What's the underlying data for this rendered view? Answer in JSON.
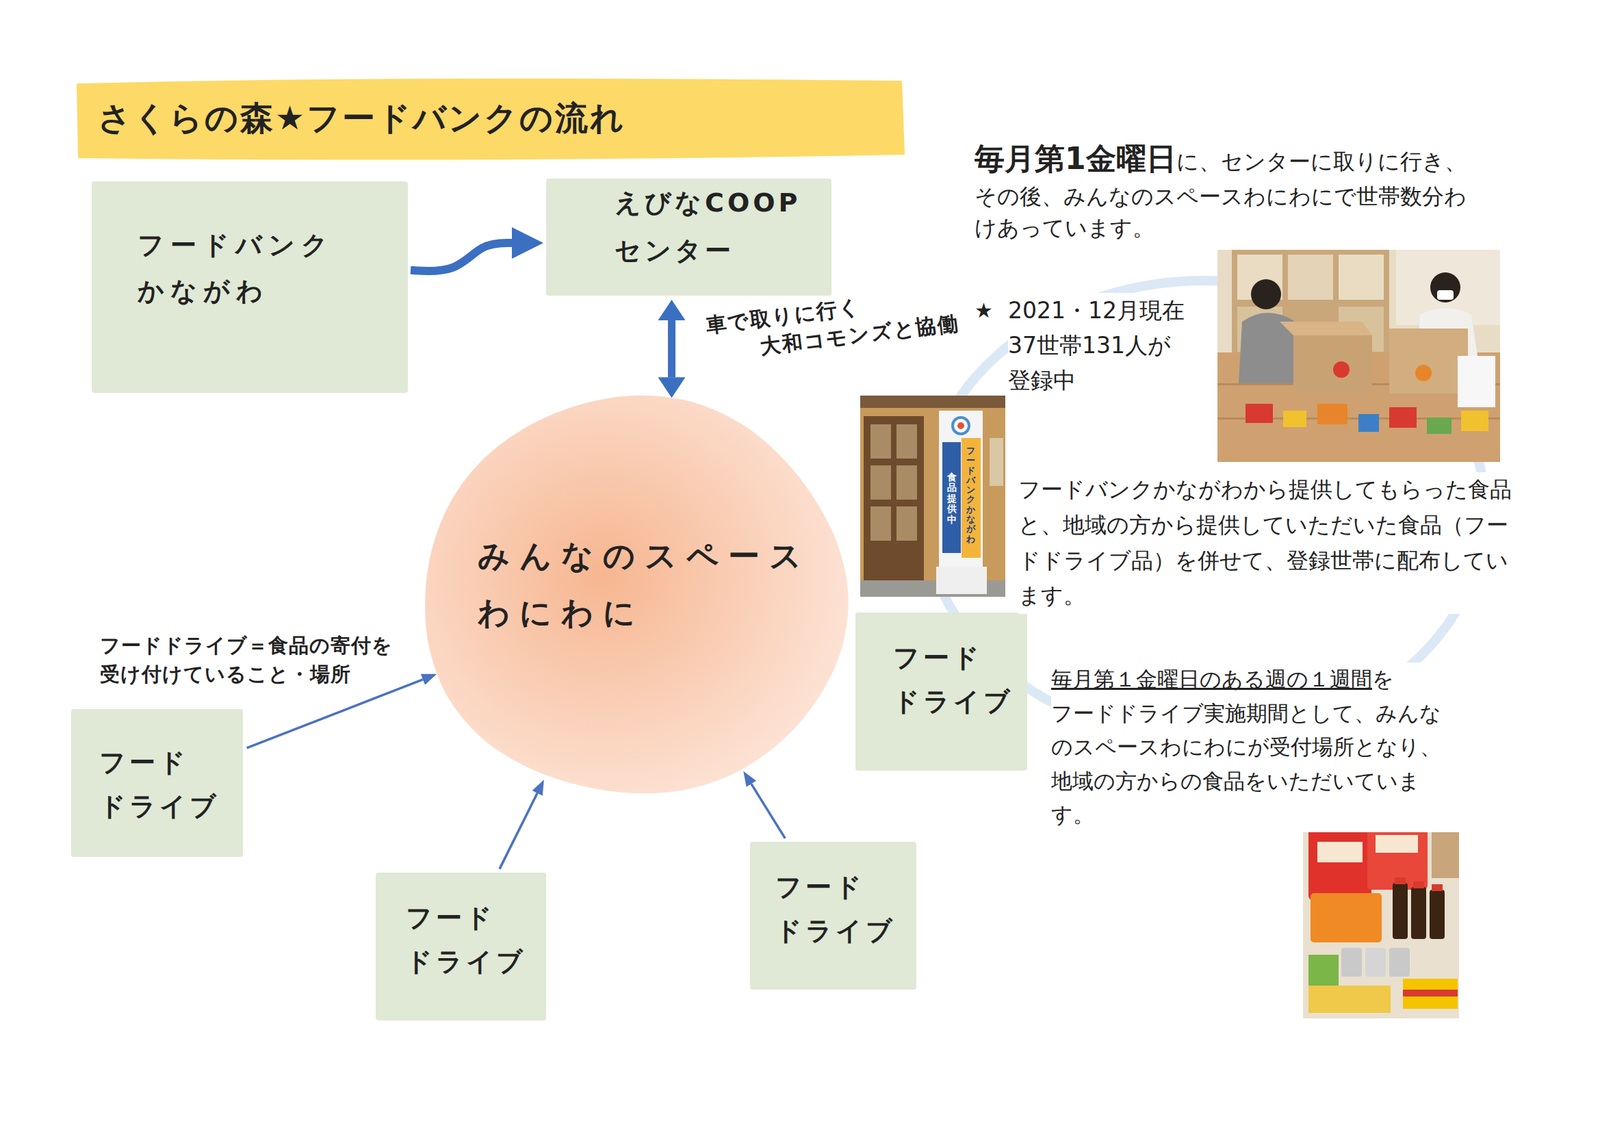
{
  "diagram": {
    "title": "さくらの森★フードバンクの流れ",
    "nodes": [
      {
        "text": [
          "フードバンク かながわ"
        ]
      },
      {
        "text": [
          "えびなCOOP センター"
        ]
      },
      {
        "text": [
          "みんなのスペース わにわに"
        ]
      },
      {
        "text": [
          "フード ドライブ"
        ]
      },
      {
        "text": [
          "フード ドライブ"
        ]
      },
      {
        "text": [
          "フード ドライブ"
        ]
      },
      {
        "text": [
          "フード ドライブ"
        ]
      }
    ],
    "edges": [
      {
        "from": 0,
        "to": 1,
        "arrow": "to"
      },
      {
        "from": 1,
        "to": 2,
        "arrow": "both",
        "label": "車で取りに行く 大和コモンズと協働"
      },
      {
        "from": 4,
        "to": 2,
        "arrow": "to"
      },
      {
        "from": 6,
        "to": 2,
        "arrow": "to"
      },
      {
        "from": 5,
        "to": 2,
        "arrow": "to"
      }
    ],
    "labels": [
      "フードドライブ＝食品の寄付を 受け付けていること・場所",
      "毎月第1金曜日",
      "に、センターに取りに行き、",
      "その後、みんなのスペースわにわにで世帯数分わ けあっています。",
      "★",
      "2021・12月現在 37世帯131人が 登録中",
      "フードバンクかながわから提供してもらった食品 と、地域の方から提供していただいた食品（フー ドドライブ品）を併せて、登録世帯に配布してい ます。",
      "毎月第１金曜日のある週の１週間",
      "を",
      "フードドライブ実施期間として、みんな のスペースわにわにが受付場所となり、 地域の方からの食品をいただいていま す。",
      "フードバンクかながわ",
      "食品提供中"
    ]
  }
}
